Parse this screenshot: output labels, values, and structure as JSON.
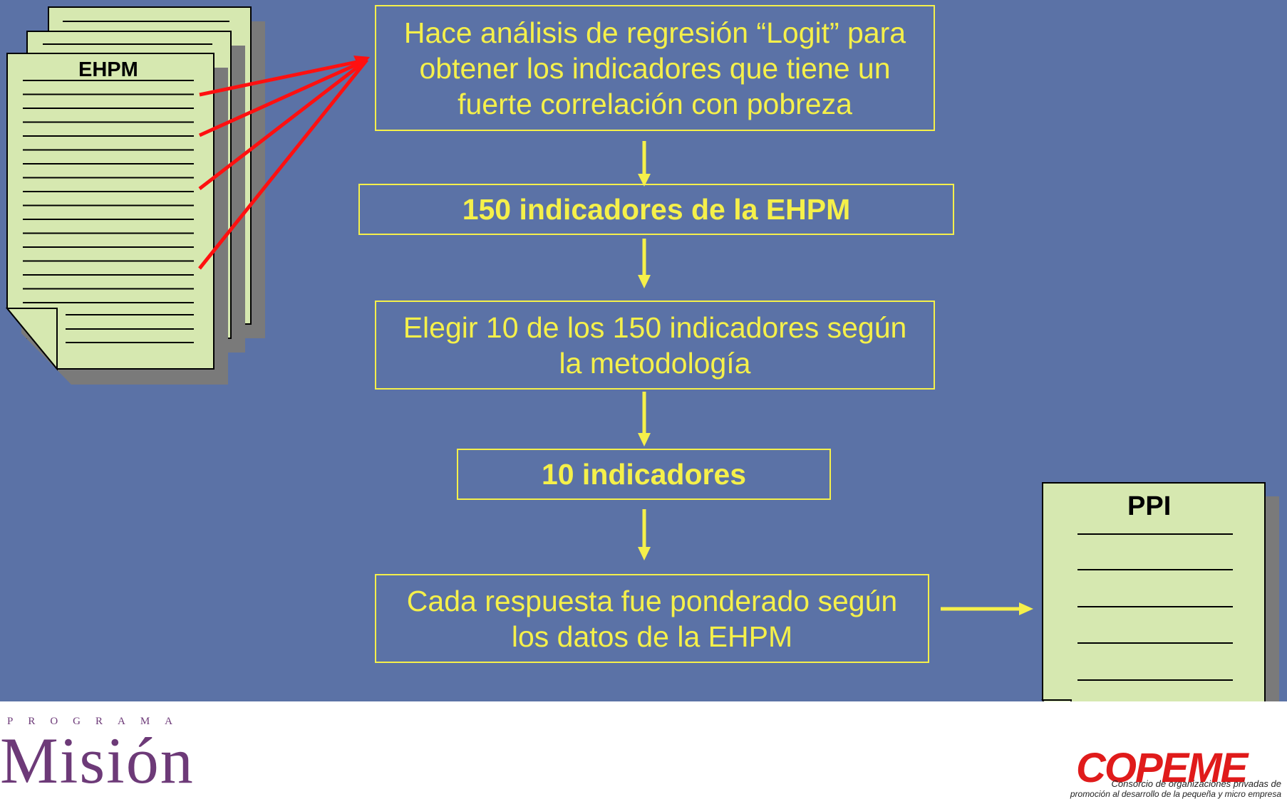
{
  "doc_left": {
    "title": "EHPM"
  },
  "doc_right": {
    "title": "PPI"
  },
  "steps": {
    "logit": "Hace análisis de regresión “Logit” para obtener los indicadores que tiene un fuerte correlación con pobreza",
    "indicators150": "150 indicadores de la EHPM",
    "choose10": "Elegir 10 de los 150 indicadores según la metodología",
    "indicators10": "10 indicadores",
    "weighted": "Cada respuesta fue ponderado según los datos de la EHPM"
  },
  "footer": {
    "programa": "PROGRAMA",
    "mision": "Misión",
    "copeme": "COPEME",
    "copeme_tagline_1": "Consorcio de organizaciones privadas de",
    "copeme_tagline_2": "promoción al desarrollo de la pequeña y micro empresa"
  },
  "colors": {
    "background": "#5b72a6",
    "box_text": "#f5f04a",
    "paper": "#d6e8b0",
    "arrow_red": "#ff1010"
  }
}
